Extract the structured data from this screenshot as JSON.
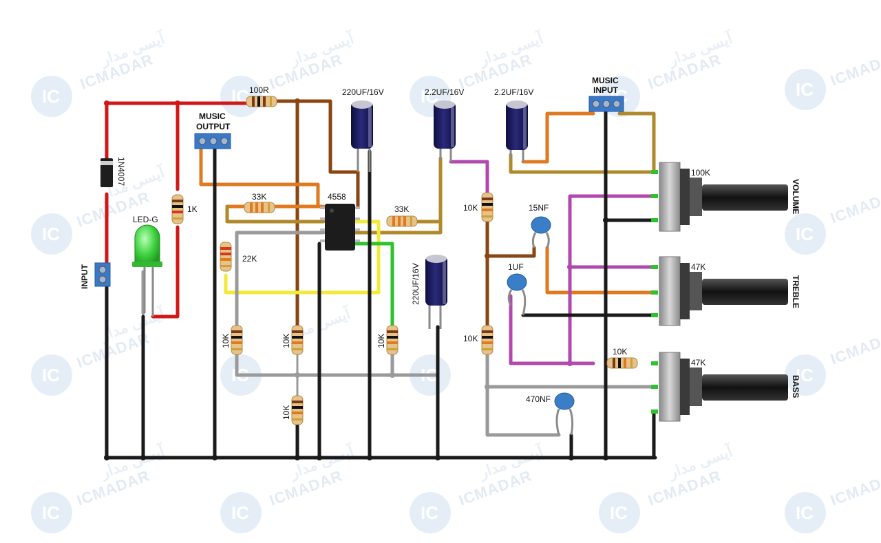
{
  "watermark": {
    "brand": "ICMADAR",
    "brand_fa": "آیسی مدار",
    "logo": "IC"
  },
  "labels": {
    "r_100r": "100R",
    "c_220uf_top": "220UF/16V",
    "c_22uf_1": "2.2UF/16V",
    "c_22uf_2": "2.2UF/16V",
    "music_input_1": "MUSIC",
    "music_input_2": "INPUT",
    "music_output_1": "MUSIC",
    "music_output_2": "OUTPUT",
    "diode": "1N4007",
    "r_1k": "1K",
    "led": "LED-G",
    "input": "INPUT",
    "r_33k_a": "33K",
    "ic": "4558",
    "r_33k_b": "33K",
    "r_22k": "22K",
    "r_10k_a": "10K",
    "r_10k_b": "10K",
    "r_10k_c": "10K",
    "r_10k_d": "10K",
    "r_10k_e": "10K",
    "r_10k_f": "10K",
    "r_10k_g": "10K",
    "c_220uf_bottom": "220UF/16V",
    "c_15nf": "15NF",
    "c_1uf": "1UF",
    "c_470nf": "470NF",
    "pot_volume_value": "100K",
    "pot_treble_value": "47K",
    "pot_bass_value": "47K",
    "pot_volume_name": "VOLUME",
    "pot_treble_name": "TREBLE",
    "pot_bass_name": "BASS"
  },
  "colors": {
    "red_wire": "#d01818",
    "black_wire": "#1a1a1a",
    "brown_wire": "#8b4513",
    "orange_wire": "#e07a20",
    "olive_wire": "#b08a2a",
    "yellow_wire": "#f2ea3a",
    "green_wire": "#2ec22e",
    "gray_wire": "#9a9a9a",
    "purple_wire": "#b048b0",
    "capacitor": "#1a1a5e",
    "ceramic_cap": "#3a7ec8",
    "terminal": "#3a78c8",
    "led": "#40d040"
  }
}
